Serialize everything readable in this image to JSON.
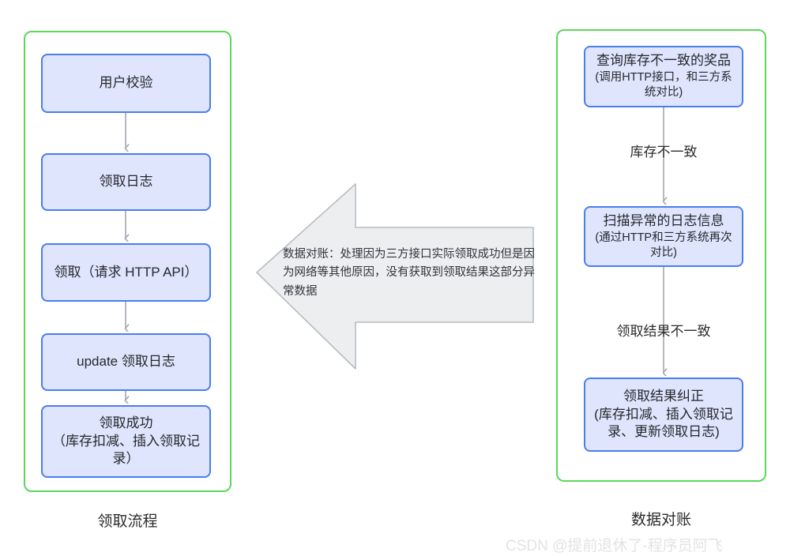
{
  "diagram": {
    "left_group": {
      "caption": "领取流程",
      "border_color": "#5bd75b",
      "nodes": [
        {
          "title": "用户校验",
          "sub": ""
        },
        {
          "title": "领取日志",
          "sub": ""
        },
        {
          "title": "领取（请求 HTTP API）",
          "sub": ""
        },
        {
          "title": "update 领取日志",
          "sub": ""
        },
        {
          "title": "领取成功",
          "sub": "（库存扣减、插入领取记录）"
        }
      ]
    },
    "right_group": {
      "caption": "数据对账",
      "border_color": "#5bd75b",
      "nodes": [
        {
          "title": "查询库存不一致的奖品",
          "sub": "(调用HTTP接口，和三方系统对比)"
        },
        {
          "title": "扫描异常的日志信息",
          "sub": "(通过HTTP和三方系统再次对比)"
        },
        {
          "title": "领取结果纠正",
          "sub": "(库存扣减、插入领取记录、更新领取日志)"
        }
      ],
      "edge_labels": [
        "库存不一致",
        "领取结果不一致"
      ]
    },
    "block_arrow": {
      "text": "数据对账：处理因为三方接口实际领取成功但是因为网络等其他原因，没有获取到领取结果这部分异常数据",
      "fill": "#eceef0",
      "stroke": "#b9bcc0",
      "direction": "left"
    },
    "node_style": {
      "fill": "#dee5fd",
      "border": "#4a7df0",
      "connector": "#a8abb0"
    }
  },
  "watermark": {
    "text": "CSDN @提前退休了-程序员阿飞",
    "color": "#e3e3e6"
  }
}
